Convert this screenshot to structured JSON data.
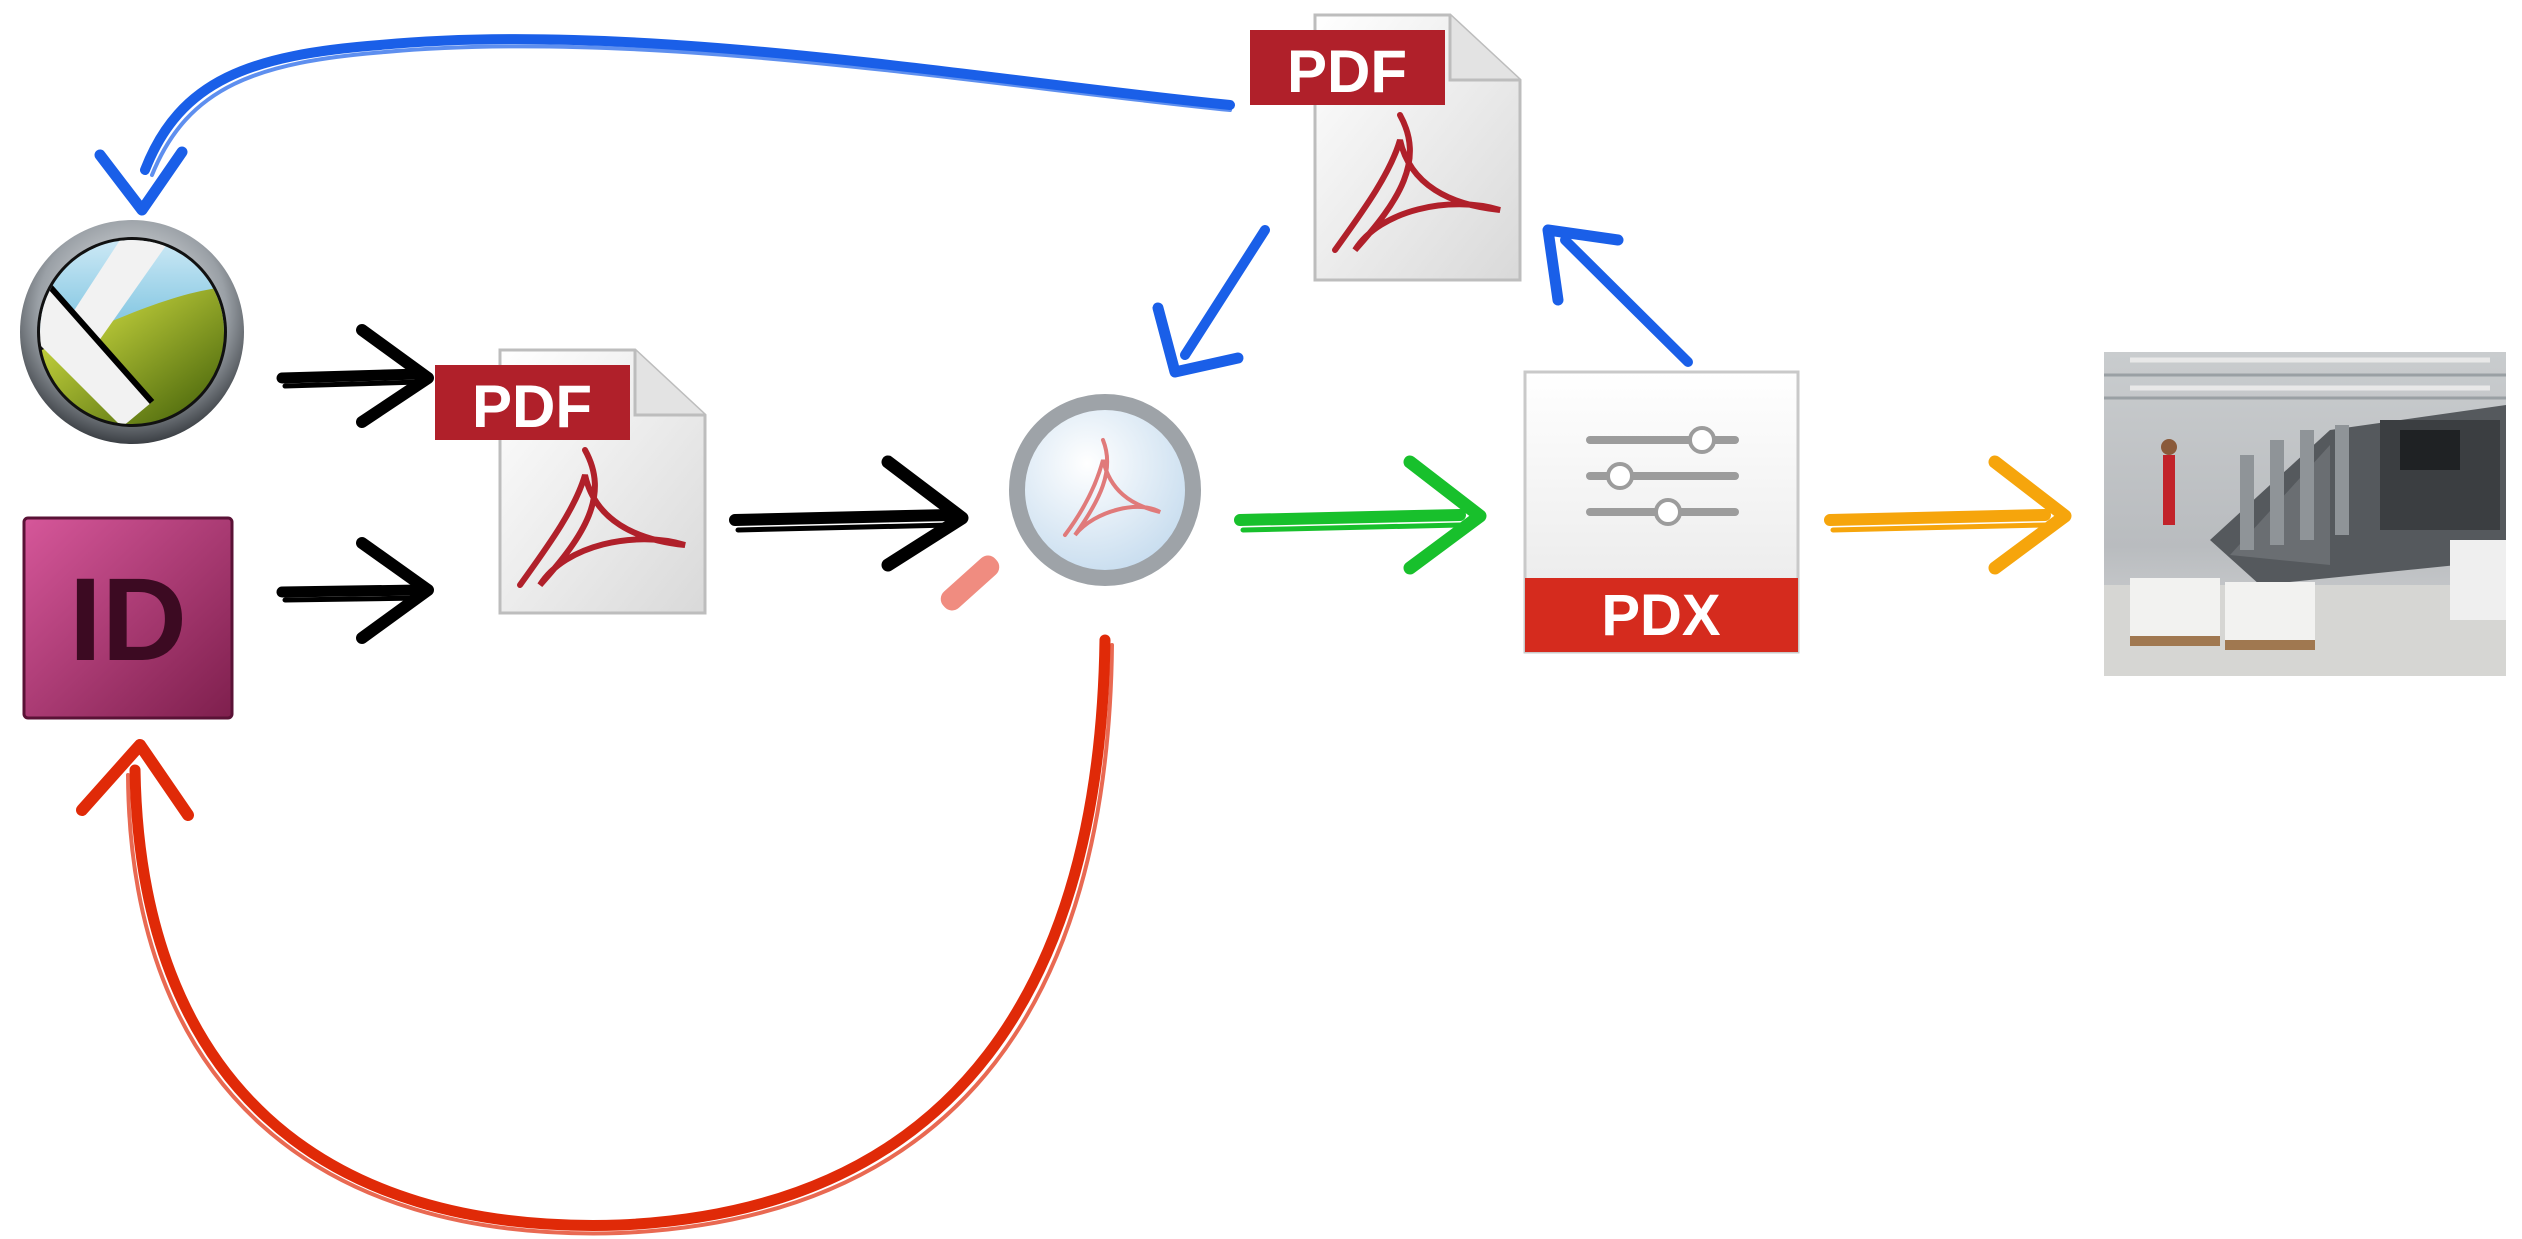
{
  "diagram": {
    "nodes": {
      "quarkxpress": {
        "icon": "quarkxpress-logo-icon"
      },
      "indesign": {
        "icon": "indesign-logo-icon",
        "text": "ID"
      },
      "pdf_export": {
        "icon": "pdf-document-icon",
        "badge": "PDF"
      },
      "pdf_preflight": {
        "icon": "pdf-magnifier-icon"
      },
      "pdf_return": {
        "icon": "pdf-document-icon",
        "badge": "PDF"
      },
      "pdx": {
        "icon": "pdx-settings-document-icon",
        "badge": "PDX"
      },
      "press": {
        "icon": "printing-press-photo"
      }
    },
    "colors": {
      "arrow_black": "#000000",
      "arrow_blue": "#1a5fe8",
      "arrow_green": "#18c02c",
      "arrow_orange": "#f6a50c",
      "arrow_red": "#e02a08",
      "pdf_red": "#b0202a",
      "indesign_magenta": "#b5336d"
    }
  }
}
